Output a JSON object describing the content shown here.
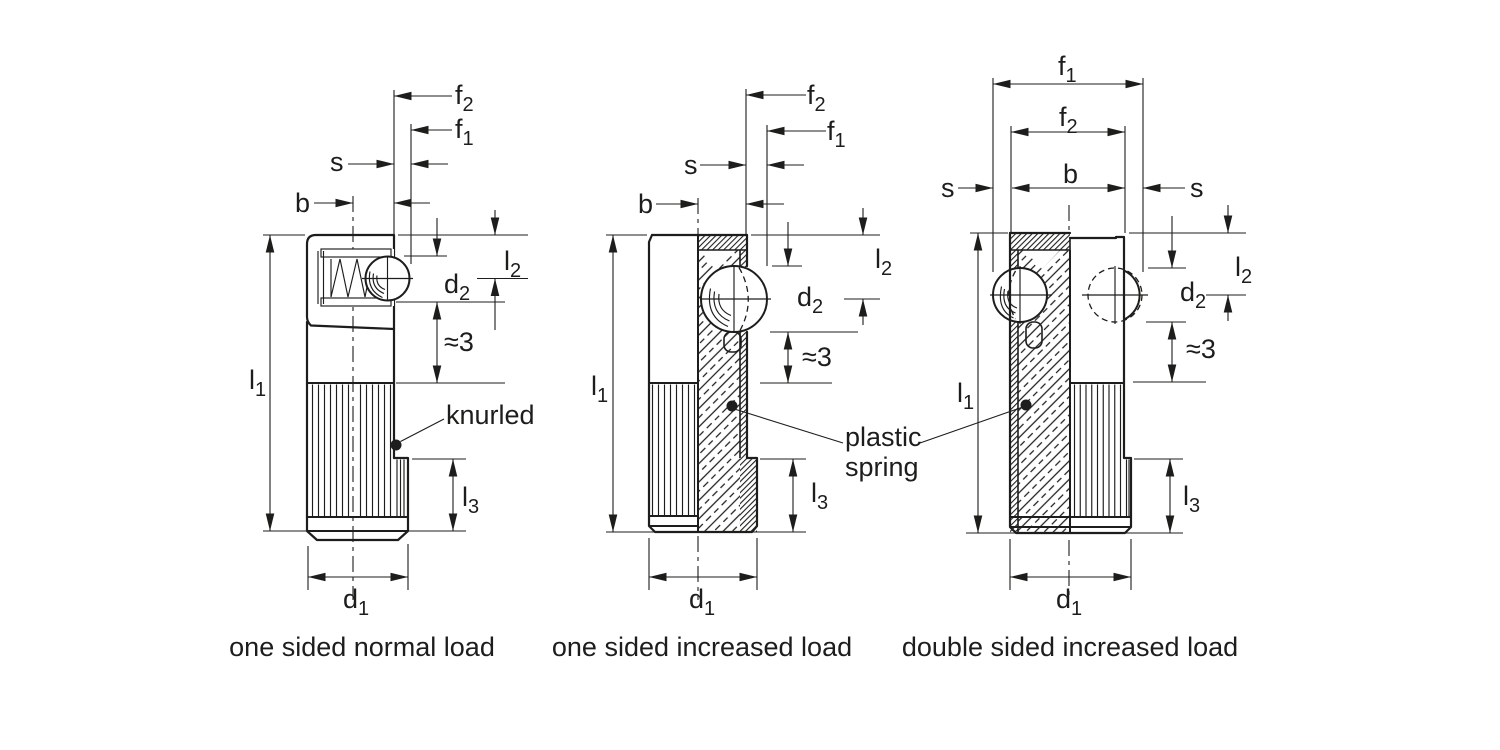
{
  "drawing": {
    "type": "technical-diagram",
    "subject": "spring plunger / ball plunger variants, sectional views with dimensioning",
    "colors": {
      "line": "#1d1d1b",
      "background": "#ffffff"
    },
    "dimension_labels": {
      "f1": {
        "base": "f",
        "sub": "1"
      },
      "f2": {
        "base": "f",
        "sub": "2"
      },
      "s": {
        "base": "s"
      },
      "b": {
        "base": "b"
      },
      "l1": {
        "base": "l",
        "sub": "1"
      },
      "l2": {
        "base": "l",
        "sub": "2"
      },
      "l3": {
        "base": "l",
        "sub": "3"
      },
      "d1": {
        "base": "d",
        "sub": "1"
      },
      "d2": {
        "base": "d",
        "sub": "2"
      },
      "approx3": {
        "base": "≈3"
      }
    },
    "annotations": {
      "knurled": "knurled",
      "plastic_spring": {
        "line1": "plastic",
        "line2": "spring"
      }
    },
    "captions": {
      "fig1": "one sided normal load",
      "fig2": "one sided increased load",
      "fig3": "double sided increased load"
    }
  }
}
